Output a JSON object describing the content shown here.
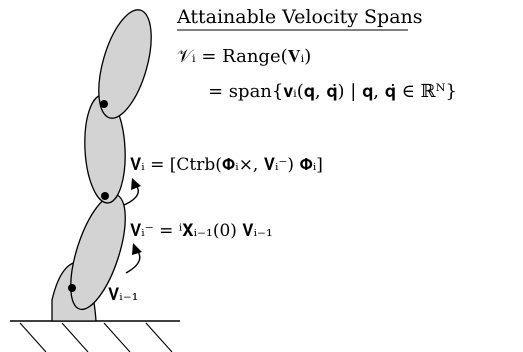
{
  "title": "Attainable Velocity Spans",
  "equations": {
    "line1": "𝒱ᵢ = Range(𝐕ᵢ)",
    "line2": "= span{𝐯ᵢ(𝐪, 𝐪̇) | 𝐪, 𝐪̇ ∈ ℝᴺ}"
  },
  "labels": {
    "v_i": "𝐕ᵢ = [Ctrb(𝚽ᵢ×, 𝐕ᵢ⁻)  𝚽ᵢ]",
    "v_i_minus": "𝐕ᵢ⁻ = ⁱ𝐗ᵢ₋₁(0) 𝐕ᵢ₋₁",
    "v_i_1": "𝐕ᵢ₋₁"
  }
}
